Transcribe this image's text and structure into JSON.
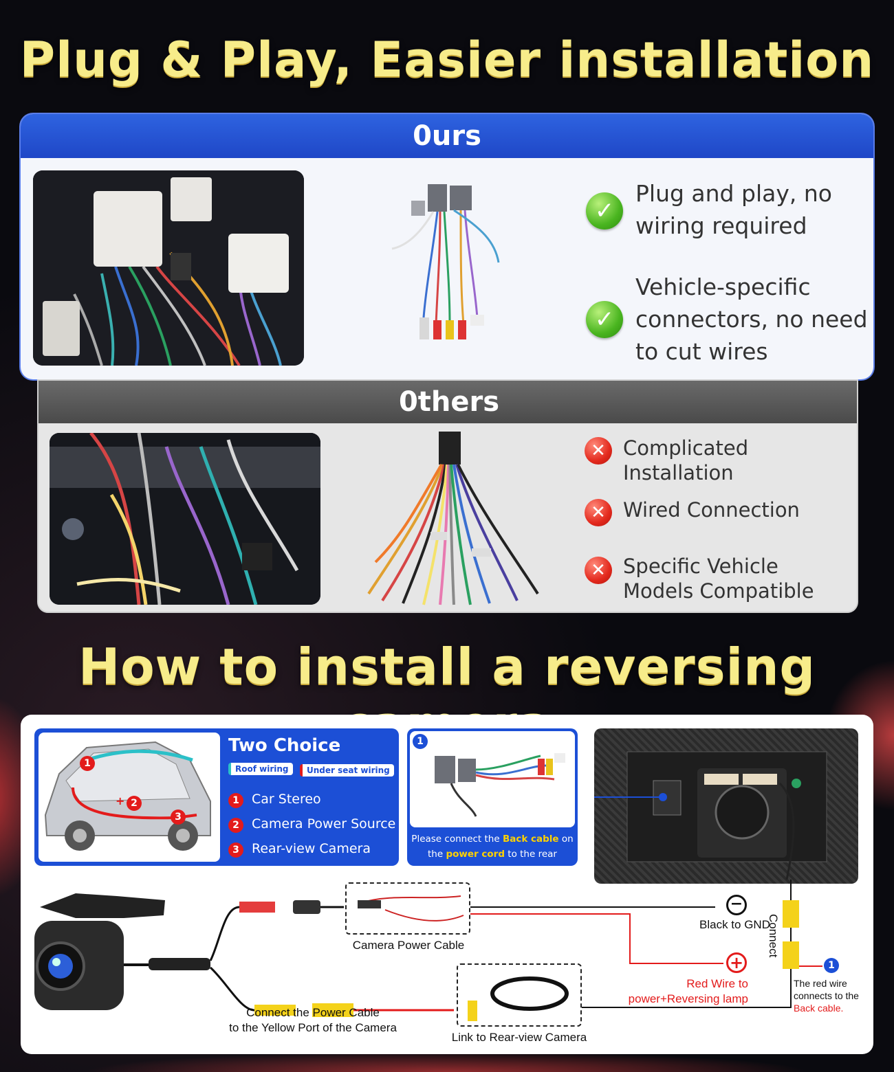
{
  "headline_top": "Plug & Play, Easier installation",
  "headline_bottom": "How to install a reversing camera",
  "ours": {
    "title": "0urs",
    "benefits": [
      "Plug and play, no wiring required",
      "Vehicle-specific connectors, no need to cut wires"
    ]
  },
  "others": {
    "title": "0thers",
    "drawbacks": [
      "Complicated Installation",
      "Wired Connection",
      "Specific Vehicle Models Compatible"
    ]
  },
  "install": {
    "two_choice": {
      "title": "Two Choice",
      "tags": [
        "Roof wiring",
        "Under seat wiring"
      ],
      "items": [
        {
          "num": "1",
          "label": "Car Stereo"
        },
        {
          "num": "2",
          "label": "Camera Power Source"
        },
        {
          "num": "3",
          "label": "Rear-view Camera"
        }
      ],
      "car_marks": [
        "1",
        "2",
        "3"
      ],
      "plus_minus": "+ -"
    },
    "cable_card": {
      "num": "1",
      "text_a": "Please connect the ",
      "text_b": "Back cable",
      "text_c": " on the ",
      "text_d": "power cord",
      "text_e": " to the rear camera."
    },
    "labels": {
      "camera_power_cable": "Camera Power Cable",
      "black_gnd": "Black to GND",
      "red_wire_a": "Red Wire to",
      "red_wire_b": "power+Reversing lamp",
      "connect_power_a": "Connect the Power Cable",
      "connect_power_b": "to the Yellow Port of the Camera",
      "link_rear": "Link to Rear-view Camera",
      "connect": "Connect",
      "note_num": "1",
      "note_a": "The red wire",
      "note_b": "connects to the",
      "note_c": "Back cable.",
      "minus": "−",
      "plus": "+"
    }
  }
}
